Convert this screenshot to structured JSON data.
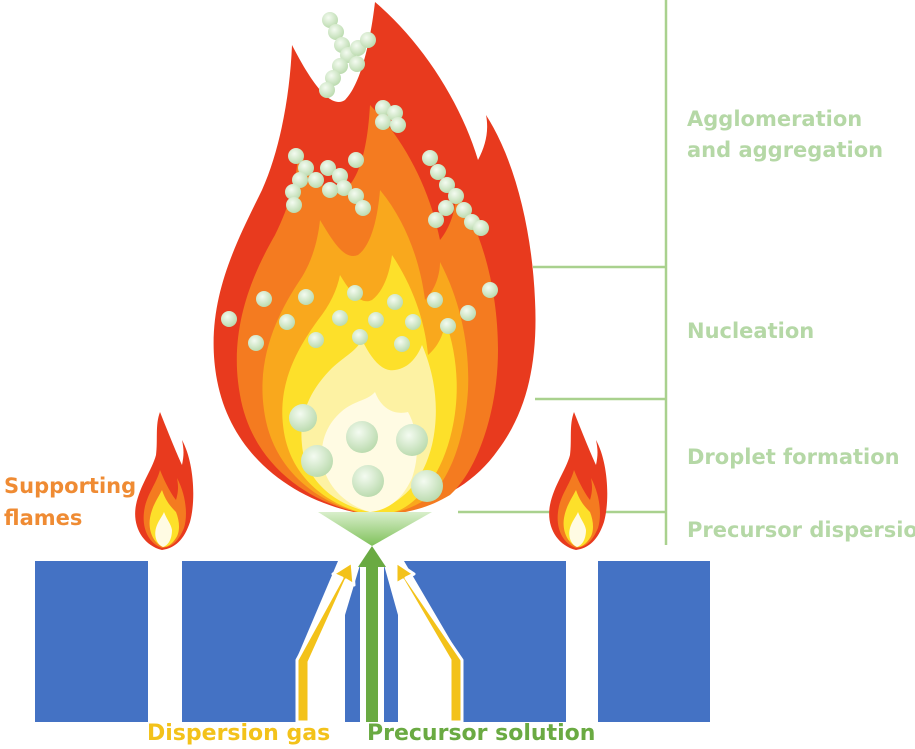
{
  "labels": {
    "agglomeration": [
      "Agglomeration",
      "and aggregation"
    ],
    "nucleation": "Nucleation",
    "droplet": "Droplet formation",
    "precursor_dispersion": "Precursor dispersion",
    "supporting": [
      "Supporting",
      "flames"
    ],
    "dispersion_gas": "Dispersion gas",
    "precursor_solution": "Precursor solution"
  },
  "colors": {
    "burner": "#4472c4",
    "stage_text": "#b5d8a6",
    "stage_line": "#a9d18e",
    "supporting_text": "#ef8b33",
    "gas": "#f3c21a",
    "solution": "#6aaa42",
    "particle": "#dcefd4"
  }
}
